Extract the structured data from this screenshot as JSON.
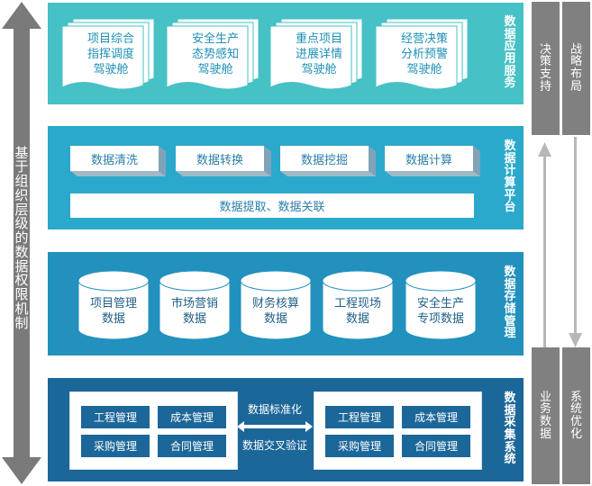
{
  "left_label": "基于组织层级的数据权限机制",
  "layers": {
    "app": {
      "title": "数据应用服务",
      "items": [
        [
          "项目综合",
          "指挥调度",
          "驾驶舱"
        ],
        [
          "安全生产",
          "态势感知",
          "驾驶舱"
        ],
        [
          "重点项目",
          "进展详情",
          "驾驶舱"
        ],
        [
          "经营决策",
          "分析预警",
          "驾驶舱"
        ]
      ]
    },
    "calc": {
      "title": "数据计算平台",
      "items": [
        "数据清洗",
        "数据转换",
        "数据挖掘",
        "数据计算"
      ],
      "bar": "数据提取、数据关联"
    },
    "store": {
      "title": "数据存储管理",
      "items": [
        [
          "项目管理",
          "数据"
        ],
        [
          "市场营销",
          "数据"
        ],
        [
          "财务核算",
          "数据"
        ],
        [
          "工程现场",
          "数据"
        ],
        [
          "安全生产",
          "专项数据"
        ]
      ]
    },
    "collect": {
      "title": "数据采集系统",
      "left_cells": [
        "工程管理",
        "成本管理",
        "采购管理",
        "合同管理"
      ],
      "right_cells": [
        "工程管理",
        "成本管理",
        "采购管理",
        "合同管理"
      ],
      "mid_top": "数据标准化",
      "mid_bottom": "数据交叉验证"
    }
  },
  "right": {
    "col1_top": "决策支持",
    "col1_bottom": "业务数据",
    "col2_top": "战略布局",
    "col2_bottom": "系统优化"
  },
  "colors": {
    "app_bg": "#46c1c6",
    "calc_bg": "#2ba9cc",
    "store_bg": "#2291bd",
    "collect_bg": "#1c6799",
    "side_gray": "#808080"
  }
}
